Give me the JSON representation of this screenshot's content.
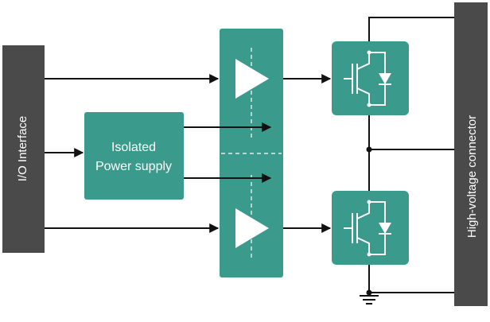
{
  "blocks": {
    "io_interface": {
      "label": "I/O Interface"
    },
    "power_supply": {
      "line1": "Isolated",
      "line2": "Power supply"
    },
    "hv_connector": {
      "label": "High-voltage connector"
    }
  },
  "colors": {
    "bar": "#4a4a4a",
    "teal": "#3a9a8c",
    "wire": "#111111",
    "symbol": "#ffffff"
  }
}
